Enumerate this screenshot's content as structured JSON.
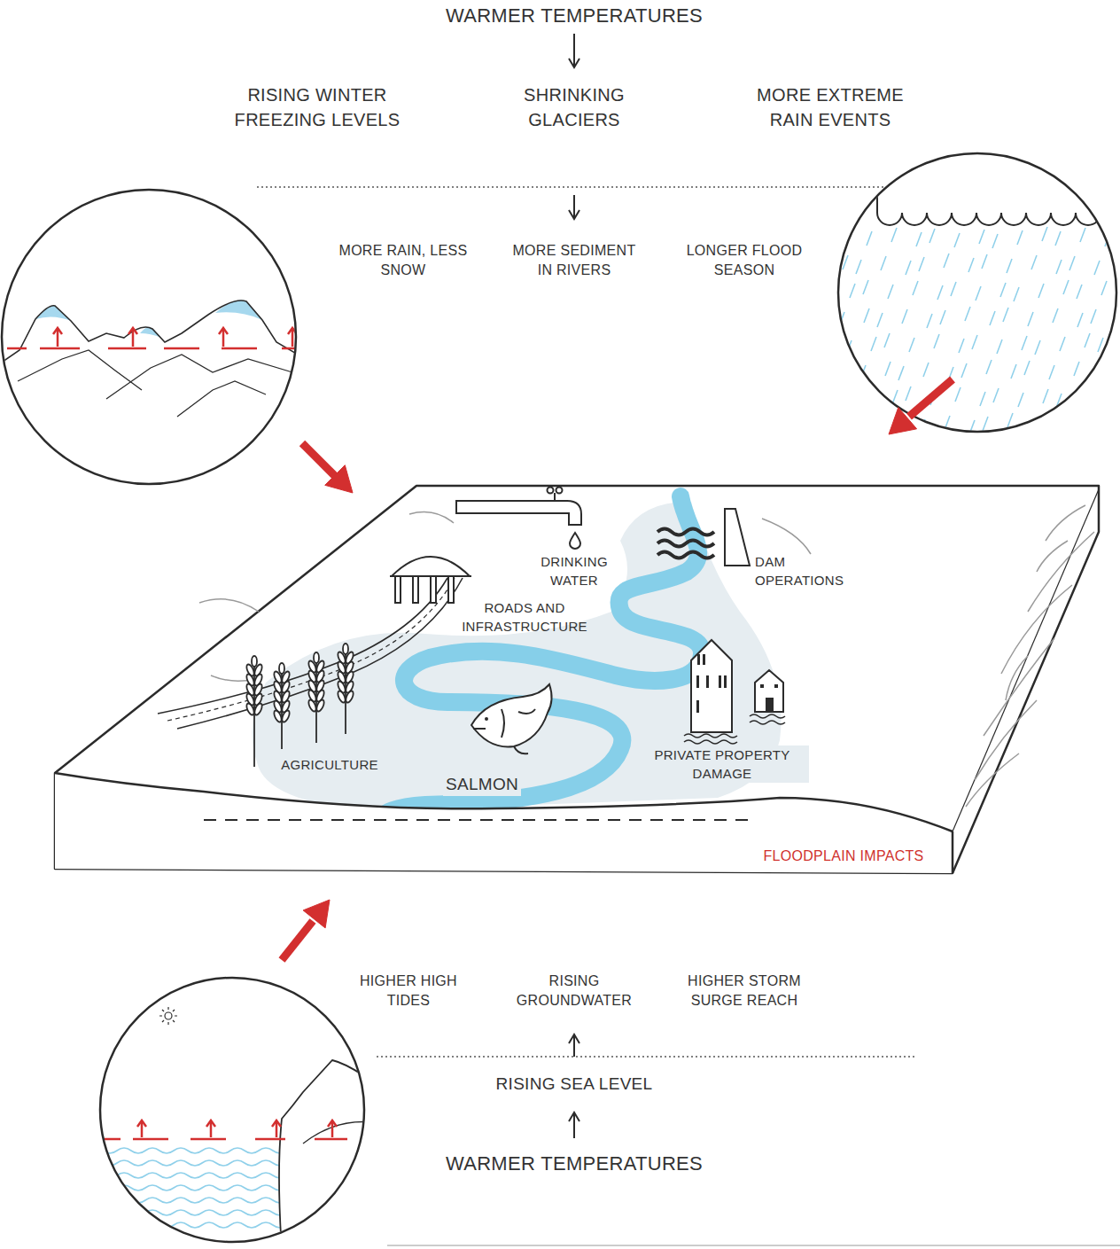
{
  "diagram": {
    "nodes": [
      {
        "text": [
          "DRINKING WATER",
          "DAM OPERATIONS",
          "ROADS AND INFRASTRUCTURE",
          "AGRICULTURE",
          "SALMON",
          "PRIVATE PROPERTY DAMAGE",
          "FLOODPLAIN IMPACTS"
        ]
      }
    ],
    "labels": [
      "WARMER TEMPERATURES",
      "RISING WINTER FREEZING LEVELS",
      "SHRINKING GLACIERS",
      "MORE EXTREME RAIN EVENTS",
      "MORE RAIN, LESS SNOW",
      "MORE SEDIMENT IN RIVERS",
      "LONGER FLOOD SEASON",
      "HIGHER HIGH TIDES",
      "RISING GROUNDWATER",
      "HIGHER STORM SURGE REACH",
      "RISING SEA LEVEL",
      "WARMER TEMPERATURES"
    ]
  }
}
